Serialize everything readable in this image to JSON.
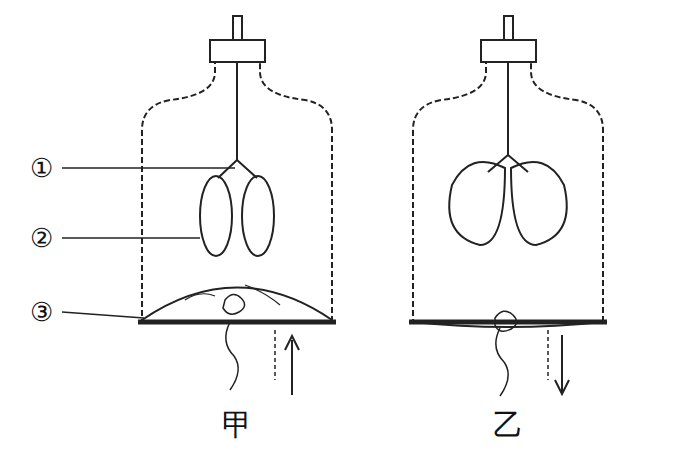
{
  "diagram": {
    "labels": [
      "①",
      "②",
      "③",
      "甲",
      "乙"
    ]
  }
}
